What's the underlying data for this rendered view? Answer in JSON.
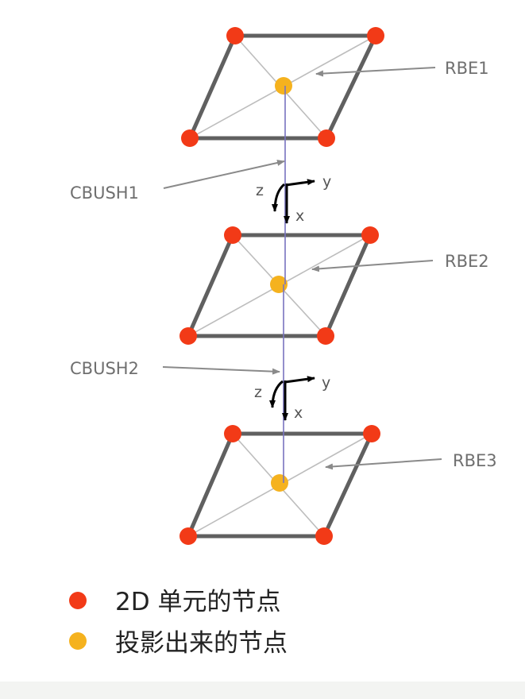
{
  "colors": {
    "element_node": "#f23a17",
    "projected_node": "#f5b21e",
    "outline": "#606060",
    "inner_line": "#bdbdbd",
    "bush_line": "#7873c0",
    "leader": "#8a8a8a",
    "axis": "#000000"
  },
  "diagram": {
    "stacks": [
      {
        "rbe_label": "RBE1"
      },
      {
        "rbe_label": "RBE2"
      },
      {
        "rbe_label": "RBE3"
      }
    ],
    "bushes": [
      {
        "label": "CBUSH1",
        "axes": {
          "z": "z",
          "y": "y",
          "x": "x"
        }
      },
      {
        "label": "CBUSH2",
        "axes": {
          "z": "z",
          "y": "y",
          "x": "x"
        }
      }
    ]
  },
  "legend": {
    "items": [
      {
        "label": "2D 单元的节点",
        "color_key": "element_node"
      },
      {
        "label": "投影出来的节点",
        "color_key": "projected_node"
      }
    ]
  }
}
